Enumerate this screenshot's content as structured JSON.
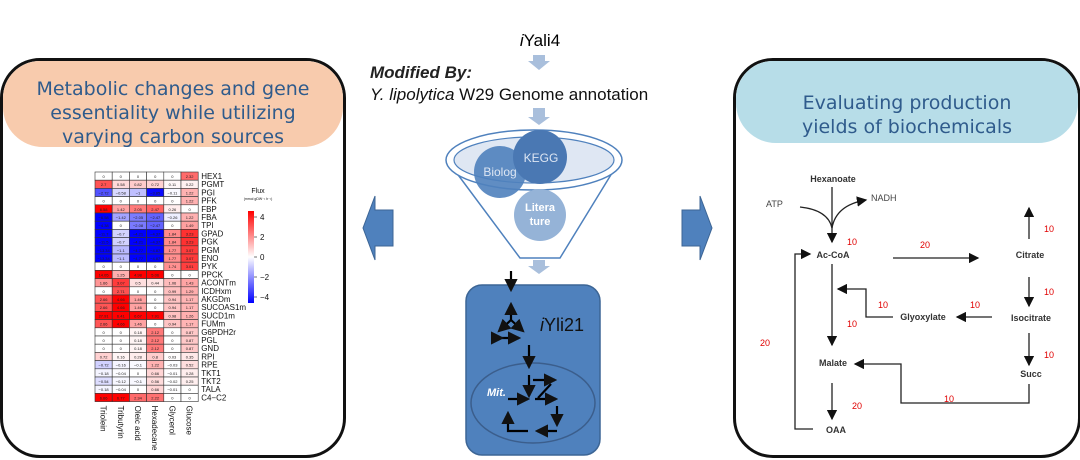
{
  "center": {
    "model_in": "iYali4",
    "modified_by": "Modified By:",
    "species": "Y. lipolytica",
    "annotation": "W29 Genome annotation",
    "sources": [
      "Biolog",
      "KEGG",
      "Litera\nture"
    ],
    "model_out": "iYli21",
    "mito_label": "Mit."
  },
  "left_panel": {
    "title": "Metabolic changes and  gene essentiality while utilizing varying carbon sources",
    "header_color": "#f8cbad",
    "legend": {
      "title": "Flux",
      "unit": "(mmol gDW⁻¹ h⁻¹)",
      "ticks": [
        "4",
        "2",
        "0",
        "−2",
        "−4"
      ],
      "range": [
        -4,
        4
      ],
      "colors": {
        "high": "#ff0000",
        "mid": "#ffffff",
        "low": "#0000ff"
      }
    },
    "heatmap": {
      "columns": [
        "Triolein",
        "Tributyrin",
        "Oleic acid",
        "Hexadecane",
        "Glycerol",
        "Glucose"
      ],
      "rows": [
        {
          "name": "HEX1",
          "values": [
            0,
            0,
            0,
            0,
            0,
            2.32
          ]
        },
        {
          "name": "PGMT",
          "values": [
            2.7,
            0.58,
            0.82,
            0.72,
            0.11,
            0.22
          ]
        },
        {
          "name": "PGI",
          "values": [
            -2.72,
            -0.58,
            -1,
            -3.85,
            -0.11,
            1.22
          ]
        },
        {
          "name": "PFK",
          "values": [
            0,
            0,
            0,
            0,
            0,
            1.22
          ]
        },
        {
          "name": "FBP",
          "values": [
            6.58,
            1.42,
            2.05,
            2.47,
            0.26,
            0
          ]
        },
        {
          "name": "FBA",
          "values": [
            -6.58,
            -1.42,
            -2.05,
            -2.47,
            -0.26,
            1.22
          ]
        },
        {
          "name": "TPI",
          "values": [
            -4.38,
            0,
            -2.08,
            -2.47,
            0,
            1.49
          ]
        },
        {
          "name": "GPAD",
          "values": [
            -11.7,
            -0.7,
            -4.21,
            -4.37,
            1.84,
            3.23
          ]
        },
        {
          "name": "PGK",
          "values": [
            -11.5,
            -0.7,
            -4.21,
            -4.37,
            1.84,
            3.23
          ]
        },
        {
          "name": "PGM",
          "values": [
            -13.34,
            -1.1,
            -4.77,
            -4.87,
            1.77,
            3.07
          ]
        },
        {
          "name": "ENO",
          "values": [
            -13.34,
            -1.1,
            -4.77,
            -4.87,
            1.77,
            3.07
          ]
        },
        {
          "name": "PYK",
          "values": [
            0,
            0,
            0,
            0,
            1.74,
            3.01
          ]
        },
        {
          "name": "PPCK",
          "values": [
            14.05,
            1.25,
            4.98,
            5.06,
            0,
            0
          ]
        },
        {
          "name": "ACONTm",
          "values": [
            1.66,
            3.07,
            0.5,
            0.44,
            1.06,
            1.43
          ]
        },
        {
          "name": "ICDHxm",
          "values": [
            0,
            2.71,
            0,
            0,
            0.99,
            1.29
          ]
        },
        {
          "name": "AKGDm",
          "values": [
            2.66,
            4.66,
            1.46,
            0,
            0.94,
            1.17
          ]
        },
        {
          "name": "SUCOAS1m",
          "values": [
            2.66,
            4.66,
            1.46,
            0,
            0.94,
            1.17
          ]
        },
        {
          "name": "SUCD1m",
          "values": [
            27.91,
            6.41,
            6.67,
            7.91,
            0.98,
            1.26
          ]
        },
        {
          "name": "FUMm",
          "values": [
            2.66,
            4.66,
            1.46,
            0,
            0.94,
            1.17
          ]
        },
        {
          "name": "G6PDH2r",
          "values": [
            0,
            0,
            0.18,
            2.12,
            0,
            0.87
          ]
        },
        {
          "name": "PGL",
          "values": [
            0,
            0,
            0.18,
            2.12,
            0,
            0.87
          ]
        },
        {
          "name": "GND",
          "values": [
            0,
            0,
            0.18,
            2.12,
            0,
            0.87
          ]
        },
        {
          "name": "RPI",
          "values": [
            0.72,
            0.16,
            0.28,
            0.8,
            0.03,
            0.35
          ]
        },
        {
          "name": "RPE",
          "values": [
            -0.72,
            -0.16,
            -0.1,
            1.22,
            -0.03,
            0.52
          ]
        },
        {
          "name": "TKT1",
          "values": [
            -0.18,
            -0.04,
            0,
            0.66,
            -0.01,
            0.28
          ]
        },
        {
          "name": "TKT2",
          "values": [
            -0.54,
            -0.12,
            -0.1,
            0.56,
            -0.02,
            0.25
          ]
        },
        {
          "name": "TALA",
          "values": [
            -0.18,
            -0.04,
            0,
            0.66,
            -0.01,
            0
          ]
        },
        {
          "name": "C4−C2",
          "values": [
            6.66,
            6.77,
            2.34,
            2.22,
            0,
            0
          ]
        }
      ]
    }
  },
  "right_panel": {
    "title": "Evaluating production yields of biochemicals",
    "header_color": "#b7dde8",
    "metabolites": {
      "hexanoate": "Hexanoate",
      "atp": "ATP",
      "nadh": "NADH",
      "accoa": "Ac-CoA",
      "citrate": "Citrate",
      "isocitrate": "Isocitrate",
      "glyoxylate": "Glyoxylate",
      "malate": "Malate",
      "succ": "Succ",
      "oaa": "OAA"
    },
    "fluxes": {
      "hex_accoa": "10",
      "accoa_citrate": "20",
      "citrate_out": "10",
      "citrate_isocitrate": "10",
      "isocitrate_glyoxylate": "10",
      "glyoxylate_accoa": "10",
      "accoa_malate": "10",
      "isocitrate_succ": "10",
      "succ_malate": "10",
      "malate_oaa": "20",
      "oaa_accoa": "20"
    }
  }
}
